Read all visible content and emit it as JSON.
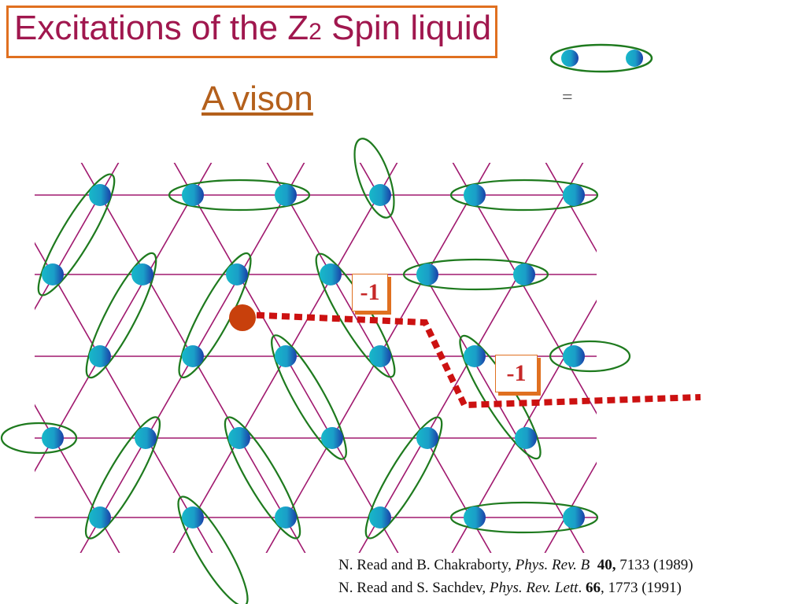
{
  "title": {
    "main": "Excitations of the Z",
    "subscript": "2",
    "rest": " Spin liquid"
  },
  "subtitle": "A vison",
  "legend": {
    "equals": "="
  },
  "signs": [
    "-1",
    "-1"
  ],
  "references": [
    {
      "authors": "N. Read and B. Chakraborty, ",
      "journal": "Phys. Rev. B",
      "volume": "40,",
      "pages": " 7133 (1989)"
    },
    {
      "authors": "N. Read and S. Sachdev, ",
      "journal": "Phys. Rev. Lett",
      "dot": ". ",
      "volume": "66",
      "pages": ", 1773 (1991)"
    }
  ],
  "colors": {
    "title": "#a0174e",
    "subtitle": "#b4601c",
    "lattice_line": "#a0186e",
    "dimer": "#1e7a1e",
    "site": "#20a0c8",
    "vison": "#c8400c",
    "string": "#cc1111",
    "box_border": "#e07020"
  }
}
